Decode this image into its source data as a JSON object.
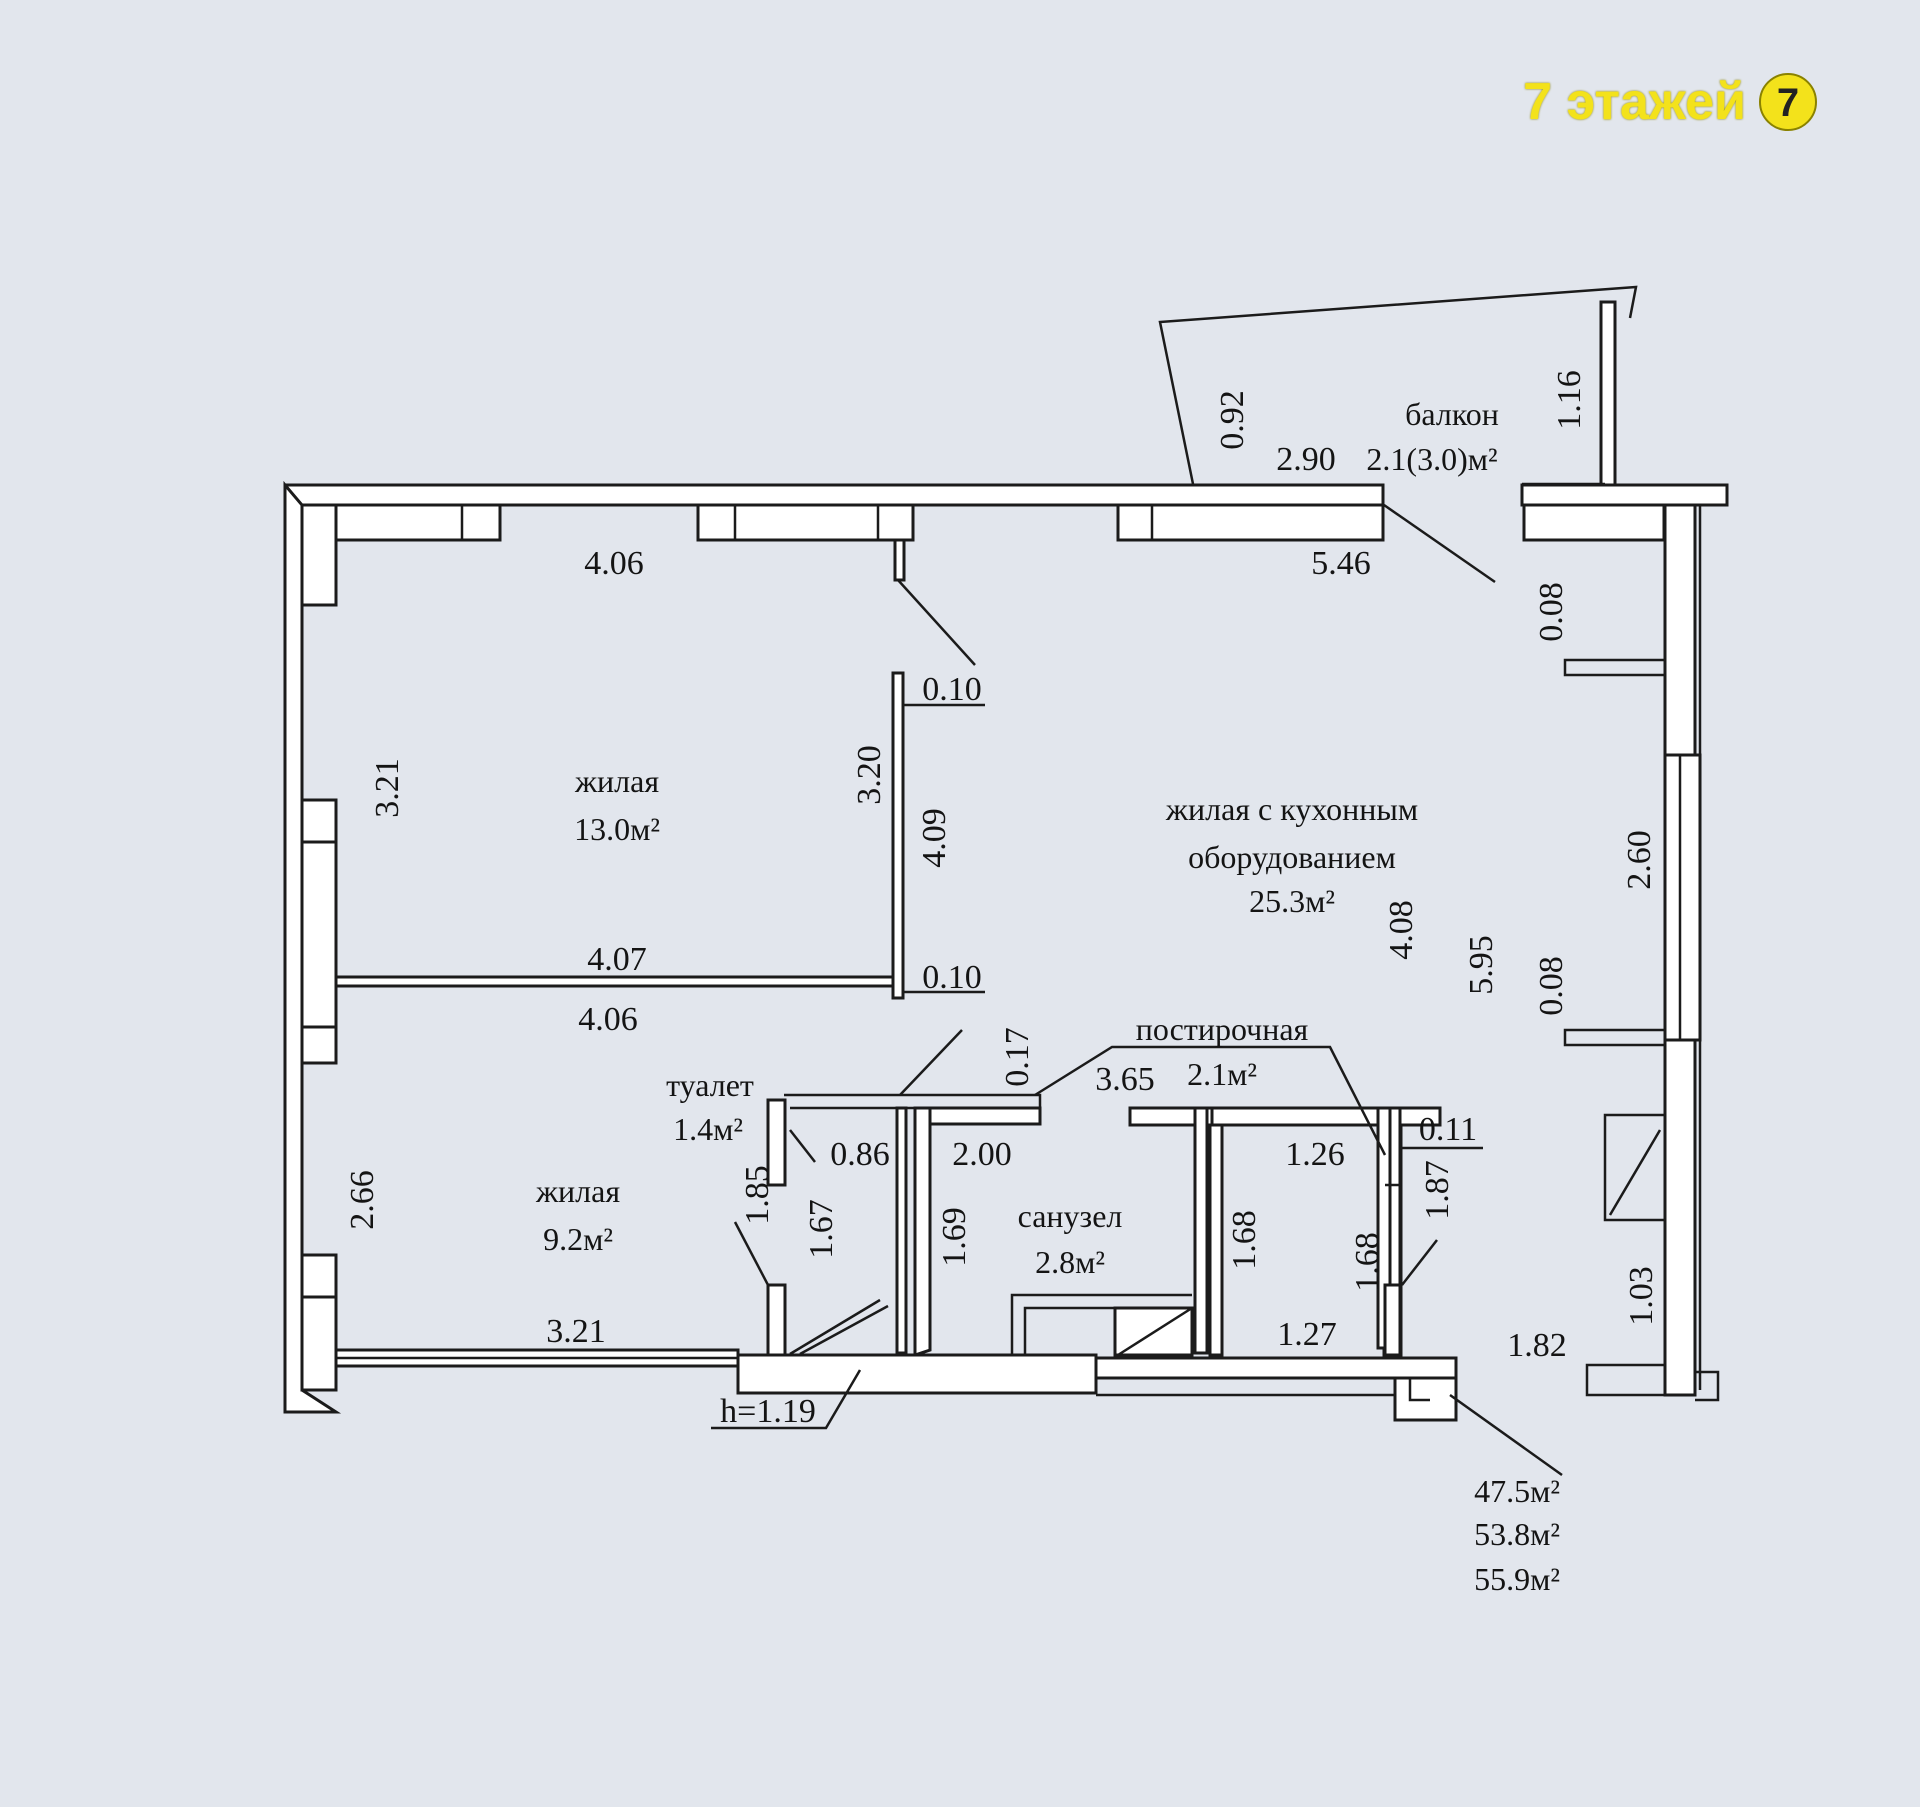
{
  "brand": {
    "text": "7 этажей",
    "logo_glyph": "7",
    "color": "#f3e21b"
  },
  "rooms": {
    "living_1": {
      "name": "жилая",
      "area": "13.0м²"
    },
    "living_2": {
      "name": "жилая",
      "area": "9.2м²"
    },
    "kitchen_living": {
      "name_line1": "жилая с кухонным",
      "name_line2": "оборудованием",
      "area": "25.3м²"
    },
    "balcony": {
      "name": "балкон",
      "area": "2.1(3.0)м²"
    },
    "toilet": {
      "name": "туалет",
      "area": "1.4м²"
    },
    "bathroom": {
      "name": "санузел",
      "area": "2.8м²"
    },
    "laundry": {
      "name": "постирочная",
      "area": "2.1м²"
    }
  },
  "dimensions": {
    "top_left": "4.06",
    "top_right": "5.46",
    "balcony_width": "2.90",
    "balcony_depth_left": "0.92",
    "balcony_depth_right": "1.16",
    "wall_010_top": "0.10",
    "wall_010_bottom": "0.10",
    "room1_depth": "3.20",
    "partition_len": "4.09",
    "mid_upper": "4.07",
    "mid_lower": "4.06",
    "left_upper": "3.21",
    "left_lower": "2.66",
    "bottom_left": "3.21",
    "kitchen_depth": "4.08",
    "kitchen_total": "5.95",
    "right_008_top": "0.08",
    "right_008_bottom": "0.08",
    "right_window": "2.60",
    "right_lower": "1.03",
    "right_bottom": "1.82",
    "corridor_017": "0.17",
    "corridor_365": "3.65",
    "toilet_width": "0.86",
    "toilet_185": "1.85",
    "toilet_167": "1.67",
    "bath_width": "2.00",
    "bath_169": "1.69",
    "laundry_126": "1.26",
    "laundry_011": "0.11",
    "laundry_187": "1.87",
    "laundry_168a": "1.68",
    "laundry_168b": "1.68",
    "laundry_127": "1.27",
    "niche_height": "h=1.19"
  },
  "totals": {
    "line1": "47.5м²",
    "line2": "53.8м²",
    "line3": "55.9м²"
  }
}
